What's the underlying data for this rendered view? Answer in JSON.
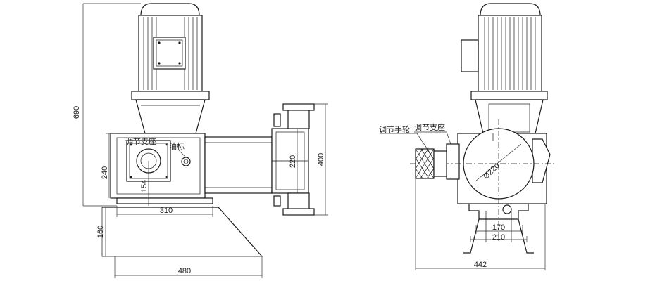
{
  "left_view": {
    "dim_overall_height": "690",
    "dim_box_height": "240",
    "dim_port": "154",
    "dim_box_width": "310",
    "dim_base_height": "160",
    "dim_base_width": "480",
    "dim_head_dia": "220",
    "dim_head_height": "400",
    "label_adjust_seat": "调节支座",
    "label_oil_gauge": "油标"
  },
  "right_view": {
    "label_handwheel": "调节手轮",
    "label_adjust_seat": "调节支座",
    "dim_dia": "Ø220",
    "dim_170": "170",
    "dim_210": "210",
    "dim_442": "442"
  }
}
